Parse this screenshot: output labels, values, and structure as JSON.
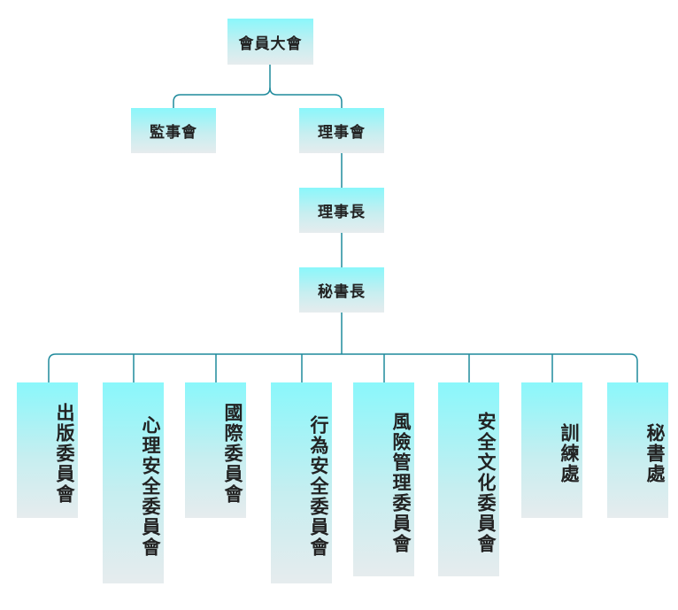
{
  "org_chart": {
    "root": {
      "label": "會員大會"
    },
    "supervisors": {
      "label": "監事會"
    },
    "board": {
      "label": "理事會"
    },
    "chairman": {
      "label": "理事長"
    },
    "secretary_general": {
      "label": "秘書長"
    },
    "departments": [
      {
        "label": "出版委員會"
      },
      {
        "label": "心理安全委員會"
      },
      {
        "label": "國際委員會"
      },
      {
        "label": "行為安全委員會"
      },
      {
        "label": "風險管理委員會"
      },
      {
        "label": "安全文化委員會"
      },
      {
        "label": "訓練處"
      },
      {
        "label": "秘書處"
      }
    ]
  },
  "colors": {
    "connector": "#1f8a9c",
    "node_top": "#8af7fb",
    "node_bottom": "#e6ecee",
    "text": "#222222"
  }
}
